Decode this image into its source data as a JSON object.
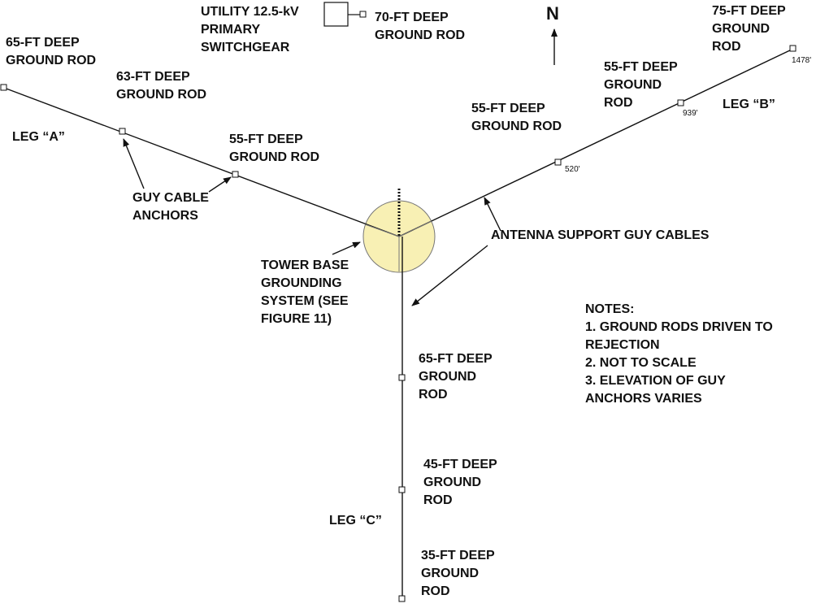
{
  "colors": {
    "line": "#111111",
    "tower_base_fill": "#f8f0b4",
    "tower_base_stroke": "#777777",
    "background": "#ffffff"
  },
  "north_label": "N",
  "legs": {
    "a": "LEG “A”",
    "b": "LEG “B”",
    "c": "LEG “C”"
  },
  "utility": [
    "UTILITY 12.5-kV",
    "PRIMARY",
    "SWITCHGEAR"
  ],
  "rods": {
    "utility_rod": [
      "70-FT DEEP",
      "GROUND ROD"
    ],
    "a_outer": [
      "65-FT DEEP",
      "GROUND ROD"
    ],
    "a_middle": [
      "63-FT DEEP",
      "GROUND ROD"
    ],
    "a_inner": [
      "55-FT DEEP",
      "GROUND ROD"
    ],
    "b_outer": [
      "75-FT DEEP",
      "GROUND",
      "ROD"
    ],
    "b_middle": [
      "55-FT DEEP",
      "GROUND",
      "ROD"
    ],
    "b_inner": [
      "55-FT DEEP",
      "GROUND ROD"
    ],
    "c_inner": [
      "65-FT DEEP",
      "GROUND",
      "ROD"
    ],
    "c_middle": [
      "45-FT DEEP",
      "GROUND",
      "ROD"
    ],
    "c_outer": [
      "35-FT DEEP",
      "GROUND",
      "ROD"
    ]
  },
  "distances": {
    "b_inner": "520'",
    "b_middle": "939'",
    "b_outer": "1478'"
  },
  "callouts": {
    "guy_cable_anchors": [
      "GUY CABLE",
      "ANCHORS"
    ],
    "antenna_support": [
      "ANTENNA SUPPORT GUY CABLES"
    ],
    "tower_base": [
      "TOWER BASE",
      "GROUNDING",
      "SYSTEM (SEE",
      "FIGURE 11)"
    ]
  },
  "notes": {
    "heading": "NOTES:",
    "items": [
      "1. GROUND RODS DRIVEN TO",
      "REJECTION",
      "2. NOT TO SCALE",
      "3. ELEVATION OF GUY",
      "ANCHORS VARIES"
    ]
  }
}
